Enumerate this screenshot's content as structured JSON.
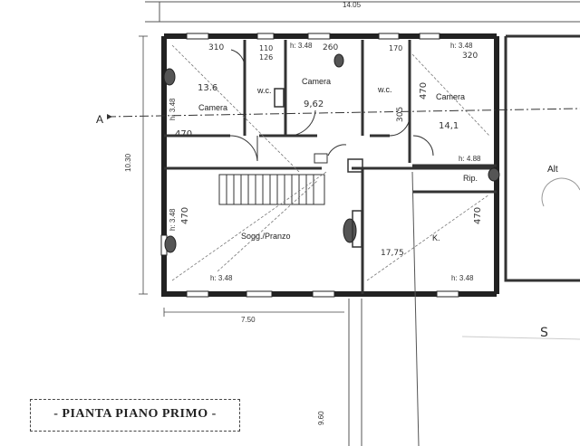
{
  "title": "- PIANTA PIANO PRIMO -",
  "dims": {
    "top_width": "14.05",
    "left_height": "10.30",
    "bottom_width": "7.50",
    "bottom_vertical": "9.60"
  },
  "section_marker": "A",
  "rooms": [
    {
      "id": "camera-1",
      "name": "Camera",
      "height": "h: 3.48",
      "width": "310",
      "hand_area": "13.6",
      "hand_len": "470"
    },
    {
      "id": "wc-1",
      "name": "w.c.",
      "width": "110",
      "hand": "126"
    },
    {
      "id": "camera-2",
      "name": "Camera",
      "height": "h: 3.48",
      "width": "260",
      "hand_area": "9,62"
    },
    {
      "id": "wc-2",
      "name": "w.c.",
      "width": "170",
      "hand": "305"
    },
    {
      "id": "camera-3",
      "name": "Camera",
      "height": "h: 3.48",
      "width": "320",
      "hand_area": "14,1",
      "hand_len": "470"
    },
    {
      "id": "soggiorno",
      "name": "Sogg./Pranzo",
      "height": "h: 3.48",
      "hand": "470"
    },
    {
      "id": "cucina",
      "name": "K.",
      "height": "h: 3.48",
      "hand": "470",
      "hand_area": "17,75"
    },
    {
      "id": "ripostiglio",
      "name": "Rip.",
      "height": "h: 4.88"
    }
  ],
  "right_fragment": "Alt",
  "corner_letter": "S"
}
